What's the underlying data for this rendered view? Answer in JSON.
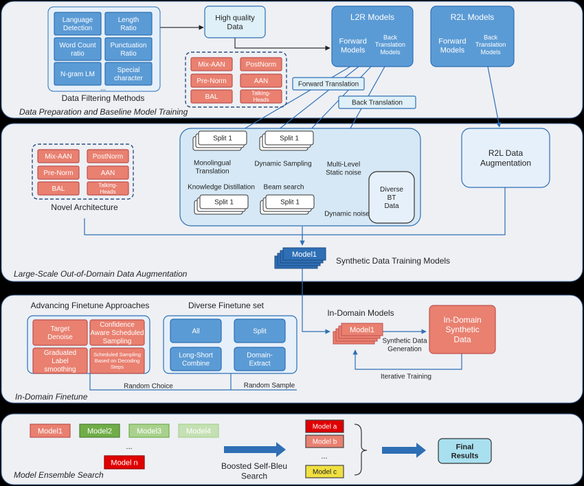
{
  "sections": {
    "prep": {
      "title": "Data Preparation and Baseline Model Training"
    },
    "aug": {
      "title": "Large-Scale Out-of-Domain Data Augmentation"
    },
    "ft": {
      "title": "In-Domain Finetune"
    },
    "ens": {
      "title": "Model Ensemble Search"
    }
  },
  "filtering": {
    "items": [
      [
        "Language",
        "Detection"
      ],
      [
        "Length",
        "Ratio"
      ],
      [
        "Word Count",
        "ratio"
      ],
      [
        "Punctuation",
        "Ratio"
      ],
      [
        "N-gram LM"
      ],
      [
        "Special",
        "character"
      ]
    ],
    "ellipsis": "...",
    "caption": "Data Filtering Methods"
  },
  "high_quality": [
    "High quality",
    "Data"
  ],
  "architectures": [
    "Mix-AAN",
    "PostNorm",
    "Pre-Norm",
    "AAN",
    "BAL",
    [
      "Talking-",
      "Heads"
    ]
  ],
  "l2r": {
    "title": "L2R Models",
    "forward": [
      "Forward",
      "Models"
    ],
    "back": [
      "Back",
      "Translation",
      "Models"
    ]
  },
  "r2l": {
    "title": "R2L Models",
    "forward": [
      "Forward",
      "Models"
    ],
    "back": [
      "Back",
      "Translation",
      "Models"
    ]
  },
  "labels": {
    "forward_translation": "Forward Translation",
    "back_translation": "Back Translation"
  },
  "augmentation": {
    "split": "Split 1",
    "monolingual": [
      "Monolingual",
      "Translation"
    ],
    "dynamic_sampling": "Dynamic Sampling",
    "knowledge_distillation": "Knowledge Distillation",
    "beam_search": "Beam search",
    "multilevel": [
      "Multi-Level",
      "Static noise"
    ],
    "dynamic_noise": "Dynamic noise",
    "diverse_bt": [
      "Diverse",
      "BT",
      "Data"
    ],
    "r2l_aug": [
      "R2L Data",
      "Augmentation"
    ],
    "novel_arch": "Novel Architecture",
    "model1": "Model1",
    "synthetic_models": "Synthetic Data Training Models"
  },
  "finetune": {
    "approaches_title": "Advancing Finetune Approaches",
    "approaches": [
      [
        "Target",
        "Denoise"
      ],
      [
        "Confidence",
        "Aware Scheduled",
        "Sampling"
      ],
      [
        "Graduated",
        "Label",
        "smoothing"
      ],
      [
        "Scheduled Sampling",
        "Based on Decoding",
        "Steps"
      ]
    ],
    "set_title": "Diverse Finetune set",
    "set": [
      [
        "All"
      ],
      [
        "Split"
      ],
      [
        "Long-Short",
        "Combine"
      ],
      [
        "Domain-",
        "Extract"
      ]
    ],
    "random_choice": "Random Choice",
    "random_sample": "Random Sample",
    "in_domain_models": "In-Domain Models",
    "model1": "Model1",
    "synthetic_generation": [
      "Synthetic Data",
      "Generation"
    ],
    "in_domain_synthetic": [
      "In-Domain",
      "Synthetic",
      "Data"
    ],
    "iterative": "Iterative Training"
  },
  "ensemble": {
    "models": [
      "Model1",
      "Model2",
      "Model3",
      "Model4"
    ],
    "model_n": "Model n",
    "selected": [
      "Model a",
      "Model b",
      "...",
      "Model c"
    ],
    "dots": "...",
    "boosted": [
      "Boosted Self-Bleu",
      "Search"
    ],
    "final": [
      "Final",
      "Results"
    ]
  }
}
